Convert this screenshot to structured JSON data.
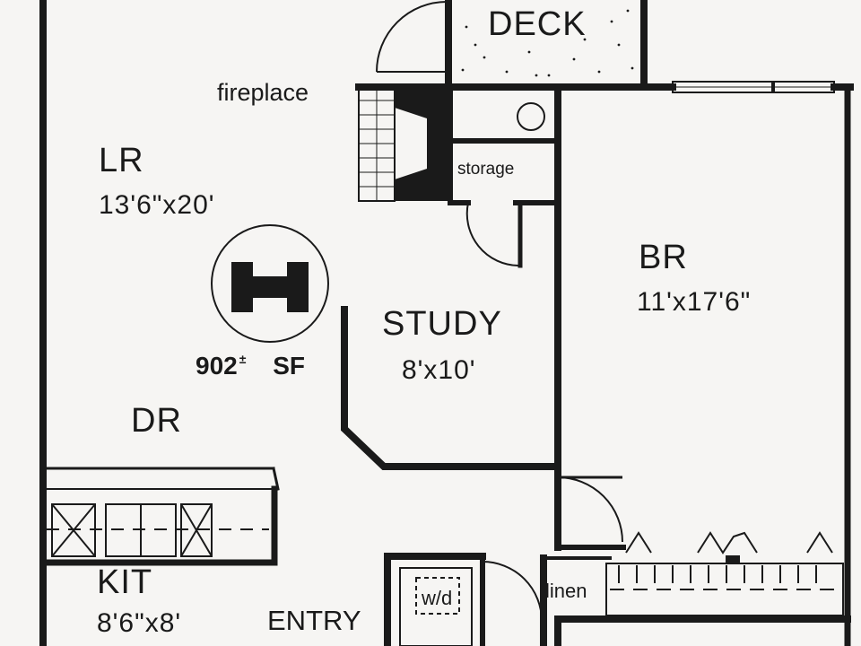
{
  "rooms": {
    "deck": "DECK",
    "fireplace": "fireplace",
    "storage": "storage",
    "lr_name": "LR",
    "lr_dim": "13'6\"x20'",
    "br_name": "BR",
    "br_dim": "11'x17'6\"",
    "study_name": "STUDY",
    "study_dim": "8'x10'",
    "dr_name": "DR",
    "kit_name": "KIT",
    "kit_dim": "8'6\"x8'",
    "entry": "ENTRY",
    "wd": "w/d",
    "linen": "linen"
  },
  "logo": {
    "letter": "H",
    "area_value": "902",
    "area_mark": "±",
    "area_unit": "SF"
  },
  "colors": {
    "ink": "#1a1a1a",
    "paper": "#f6f5f3"
  }
}
